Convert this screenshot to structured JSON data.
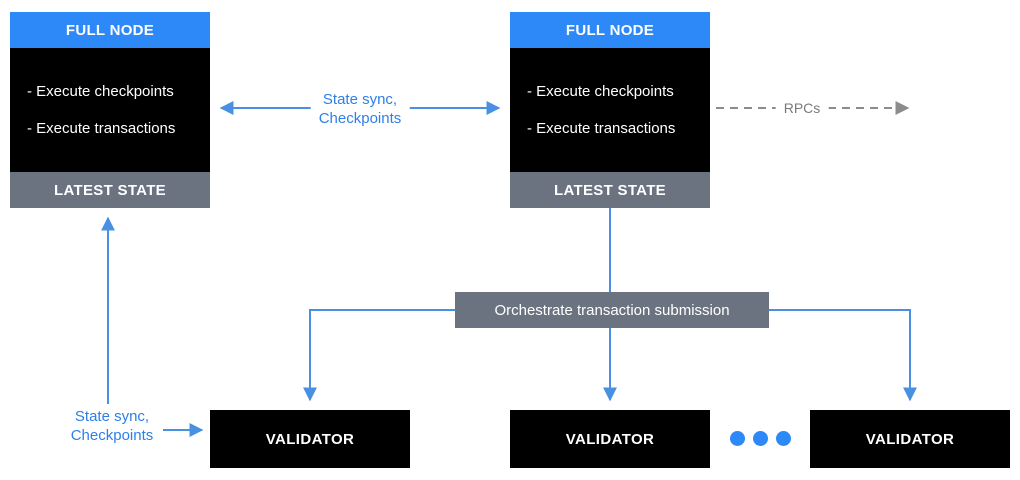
{
  "full_nodes": [
    {
      "header": "FULL NODE",
      "body_lines": [
        "- Execute checkpoints",
        "- Execute transactions"
      ],
      "footer": "LATEST STATE"
    },
    {
      "header": "FULL NODE",
      "body_lines": [
        "- Execute checkpoints",
        "- Execute transactions"
      ],
      "footer": "LATEST STATE"
    }
  ],
  "labels": {
    "state_sync_top": [
      "State sync,",
      "Checkpoints"
    ],
    "state_sync_bottom": [
      "State sync,",
      "Checkpoints"
    ],
    "rpcs": "RPCs",
    "orchestrate": "Orchestrate transaction submission"
  },
  "validators": [
    "VALIDATOR",
    "VALIDATOR",
    "VALIDATOR"
  ],
  "colors": {
    "header_blue": "#2E89F8",
    "arrow_blue": "#4A90E2",
    "label_blue": "#2E7FE8",
    "box_gray": "#6B7280",
    "dash_gray": "#8C8C8C",
    "box_black": "#000000"
  }
}
